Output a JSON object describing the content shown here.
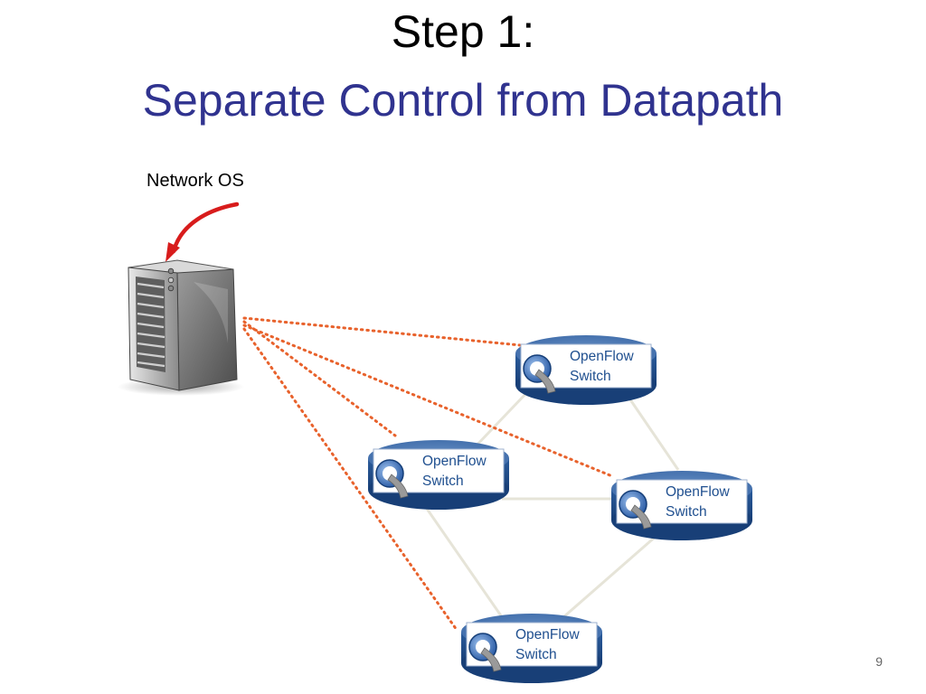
{
  "slide": {
    "title": "Step 1:",
    "subtitle": "Separate Control from Datapath",
    "page_number": "9"
  },
  "controller": {
    "label": "Network OS",
    "icon": "server-icon"
  },
  "switches": [
    {
      "line1": "OpenFlow",
      "line2": "Switch"
    },
    {
      "line1": "OpenFlow",
      "line2": "Switch"
    },
    {
      "line1": "OpenFlow",
      "line2": "Switch"
    },
    {
      "line1": "OpenFlow",
      "line2": "Switch"
    }
  ],
  "colors": {
    "title": "#000000",
    "subtitle": "#30338f",
    "control_link": "#e8622c",
    "arrow": "#d81c1c",
    "switch_body": "#1f4f8f",
    "switch_top": "#4a78b6",
    "data_link": "#e6e4d8"
  }
}
